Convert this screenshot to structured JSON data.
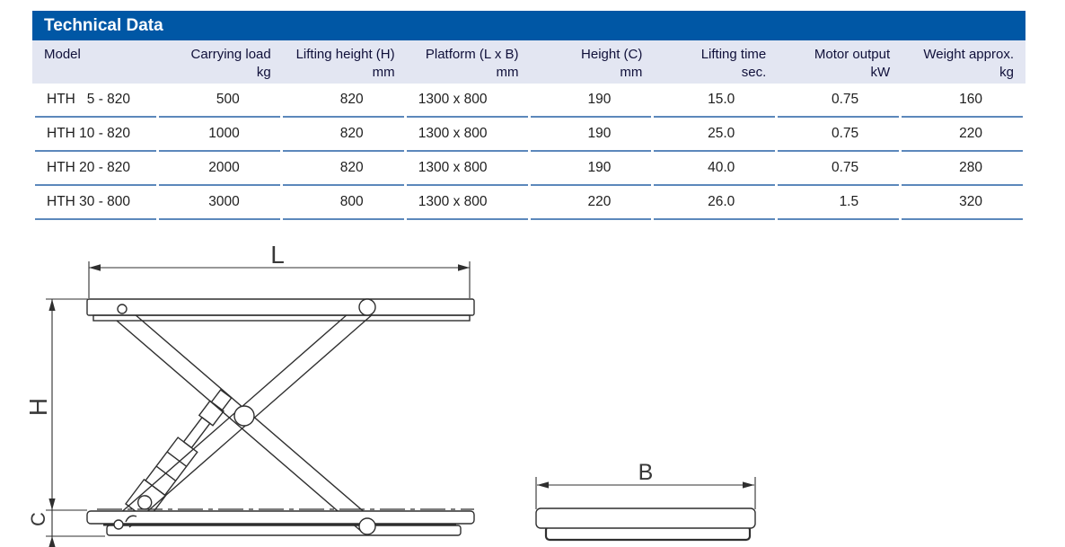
{
  "table": {
    "title": "Technical Data",
    "colors": {
      "title_bar": "#0057a5",
      "header_background": "#e3e6f2",
      "row_divider": "#5c88bb",
      "title_text": "#ffffff",
      "header_text": "#10103a",
      "body_text": "#1e1e1e"
    },
    "columns": [
      {
        "label": "Model",
        "unit": ""
      },
      {
        "label": "Carrying load",
        "unit": "kg"
      },
      {
        "label": "Lifting height (H)",
        "unit": "mm"
      },
      {
        "label": "Platform (L x B)",
        "unit": "mm"
      },
      {
        "label": "Height (C)",
        "unit": "mm"
      },
      {
        "label": "Lifting time",
        "unit": "sec."
      },
      {
        "label": "Motor output",
        "unit": "kW"
      },
      {
        "label": "Weight approx.",
        "unit": "kg"
      }
    ],
    "rows": [
      [
        "HTH   5 - 820",
        "500",
        "820",
        "1300 x 800",
        "190",
        "15.0",
        "0.75",
        "160"
      ],
      [
        "HTH 10 - 820",
        "1000",
        "820",
        "1300 x 800",
        "190",
        "25.0",
        "0.75",
        "220"
      ],
      [
        "HTH 20 - 820",
        "2000",
        "820",
        "1300 x 800",
        "190",
        "40.0",
        "0.75",
        "280"
      ],
      [
        "HTH 30 - 800",
        "3000",
        "800",
        "1300 x 800",
        "220",
        "26.0",
        "1.5",
        "320"
      ]
    ]
  },
  "diagram": {
    "side_view": {
      "label_length": "L",
      "label_lift_height": "H",
      "label_closed_height": "C"
    },
    "end_view": {
      "label_width": "B"
    }
  }
}
